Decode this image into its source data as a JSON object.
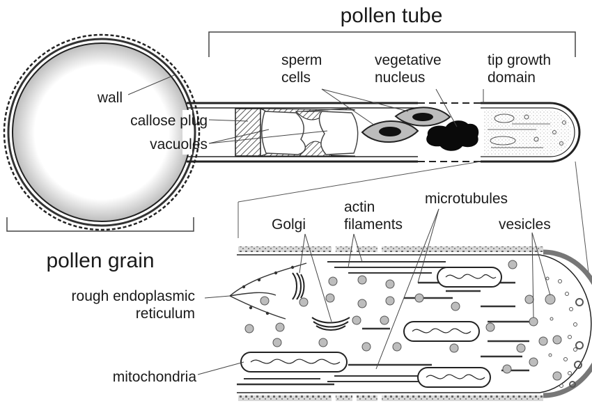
{
  "labels": {
    "pollen_tube": "pollen tube",
    "pollen_grain": "pollen grain",
    "wall": "wall",
    "callose_plug": "callose plug",
    "vacuoles": "vacuoles",
    "sperm_cells_1": "sperm",
    "sperm_cells_2": "cells",
    "vegetative_nucleus_1": "vegetative",
    "vegetative_nucleus_2": "nucleus",
    "tip_growth_domain_1": "tip growth",
    "tip_growth_domain_2": "domain",
    "actin_filaments_1": "actin",
    "actin_filaments_2": "filaments",
    "microtubules": "microtubules",
    "golgi": "Golgi",
    "vesicles": "vesicles",
    "rough_er_1": "rough endoplasmic",
    "rough_er_2": "reticulum",
    "mitochondria": "mitochondria"
  }
}
